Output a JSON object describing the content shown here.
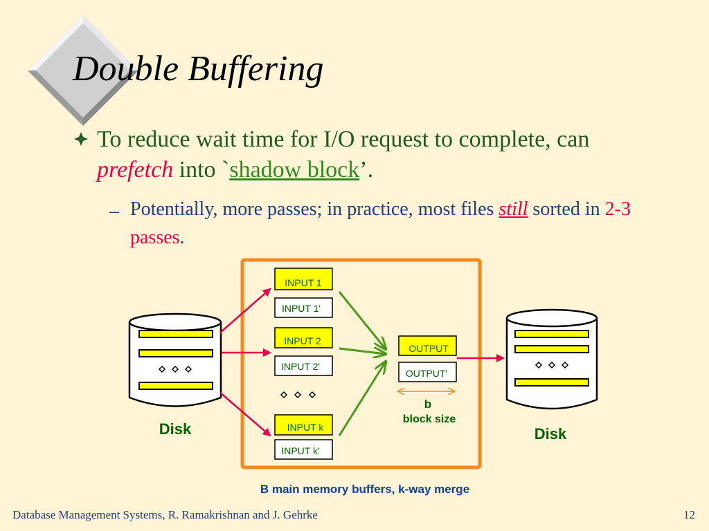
{
  "slide": {
    "title": "Double Buffering",
    "bullet1": {
      "part1": "To reduce wait time for I/O request to complete, can ",
      "prefetch": "prefetch",
      "part2": " into `",
      "shadow_block": "shadow block",
      "part3": "’."
    },
    "bullet2": {
      "dash": "–",
      "part1": "Potentially, more passes; in practice, most files ",
      "still": "still",
      "part2": " sorted in ",
      "passes": "2-3 passes",
      "part3": "."
    }
  },
  "diagram": {
    "left_disk_label": "Disk",
    "right_disk_label": "Disk",
    "buffers": {
      "input1": "INPUT 1",
      "input1p": "INPUT 1'",
      "input2": "INPUT 2",
      "input2p": "INPUT 2'",
      "inputk": "INPUT k",
      "inputkp": "INPUT k'",
      "output": "OUTPUT",
      "outputp": "OUTPUT'"
    },
    "b_label": "b",
    "block_size_label": "block size",
    "caption": "B main memory buffers, k-way merge",
    "colors": {
      "frame": "#F5891F",
      "buffer_yellow": "#FFFF00",
      "red_arrow": "#E8004B",
      "green_arrow": "#4C9A1A",
      "text_green": "#006400"
    }
  },
  "footer": {
    "left": "Database Management Systems, R. Ramakrishnan and J. Gehrke",
    "page": "12"
  }
}
